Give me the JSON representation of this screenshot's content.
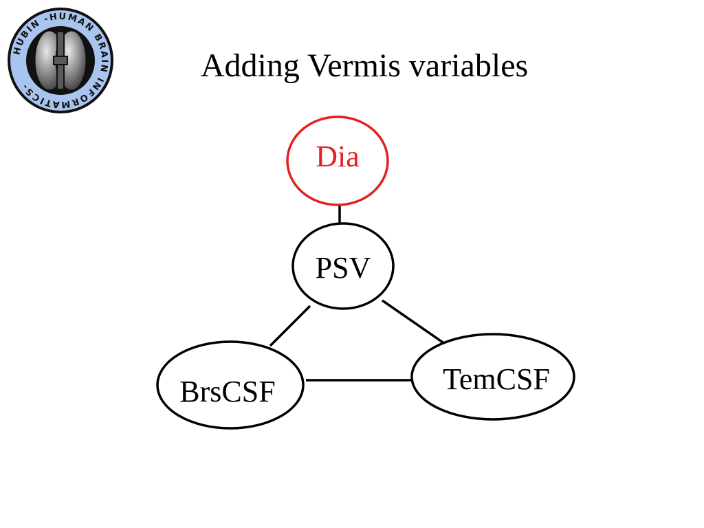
{
  "slide": {
    "title": "Adding Vermis variables"
  },
  "logo": {
    "ring_text": "HUBIN -HUMAN BRAIN INFORMATICS- ",
    "ring_color": "#a9c4ee",
    "brain_color": "#7d7d7d"
  },
  "diagram": {
    "nodes": [
      {
        "id": "dia",
        "label": "Dia",
        "color": "#e3201e"
      },
      {
        "id": "psv",
        "label": "PSV",
        "color": "#000000"
      },
      {
        "id": "brscsf",
        "label": "BrsCSF",
        "color": "#000000"
      },
      {
        "id": "temcsf",
        "label": "TemCSF",
        "color": "#000000"
      }
    ],
    "edges": [
      {
        "from": "dia",
        "to": "psv"
      },
      {
        "from": "psv",
        "to": "brscsf"
      },
      {
        "from": "psv",
        "to": "temcsf"
      },
      {
        "from": "brscsf",
        "to": "temcsf"
      }
    ]
  }
}
